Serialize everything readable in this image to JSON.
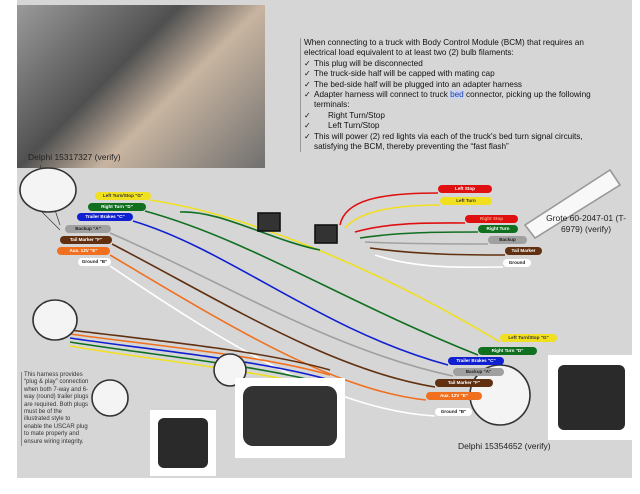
{
  "note": {
    "intro": "When connecting to a truck with Body Control Module (BCM) that requires an electrical load equivalent to at least two (2) bulb filaments:",
    "items": [
      "This plug will be disconnected",
      "The truck-side half will be capped with mating cap",
      "The bed-side half will be plugged into an adapter harness"
    ],
    "adapter_pre": "Adapter harness will connect to truck ",
    "adapter_hl": "bed",
    "adapter_post": " connector, picking up the following terminals:",
    "terminals": [
      "Right Turn/Stop",
      "Left Turn/Stop"
    ],
    "last": "This will power (2) red lights via each of the truck's bed turn signal circuits, satisfying the BCM, thereby preventing the “fast flash”"
  },
  "captions": {
    "delphi_top": "Delphi 15317327 (verify)",
    "grote": "Grote 60-2047-01 (T-6979) (verify)",
    "delphi_bottom": "Delphi 15354652 (verify)"
  },
  "side_note": "This harness provides “plug & play” connection when both 7-way and 6-way (round) trailer plugs are required. Both plugs must be of the illustrated style to enable the USCAR plug to mate properly and ensure wiring integrity.",
  "left_labels": [
    "Left Turn/Stop \"G\"",
    "Right Turn \"D\"",
    "Trailer Brakes \"C\"",
    "Backup \"A\"",
    "Tail Marker \"F\"",
    "Aux. 12V \"E\"",
    "Ground \"B\""
  ],
  "right_labels": [
    "Left Stop",
    "Left Turn",
    "Right Stop",
    "Right Turn",
    "Backup",
    "Tail Marker",
    "Ground"
  ],
  "bottom_labels": [
    "Left Turn/Stop \"G\"",
    "Right Turn \"D\"",
    "Trailer Brakes \"C\"",
    "Backup \"A\"",
    "Tail Marker \"F\"",
    "Aux. 12V \"E\"",
    "Ground \"B\""
  ],
  "colors": {
    "yellow": "#f0e020",
    "green": "#107020",
    "blue": "#1020d0",
    "gray": "#a0a0a0",
    "brown": "#603010",
    "orange": "#f07020",
    "white": "#ffffff",
    "red": "#e01010"
  }
}
